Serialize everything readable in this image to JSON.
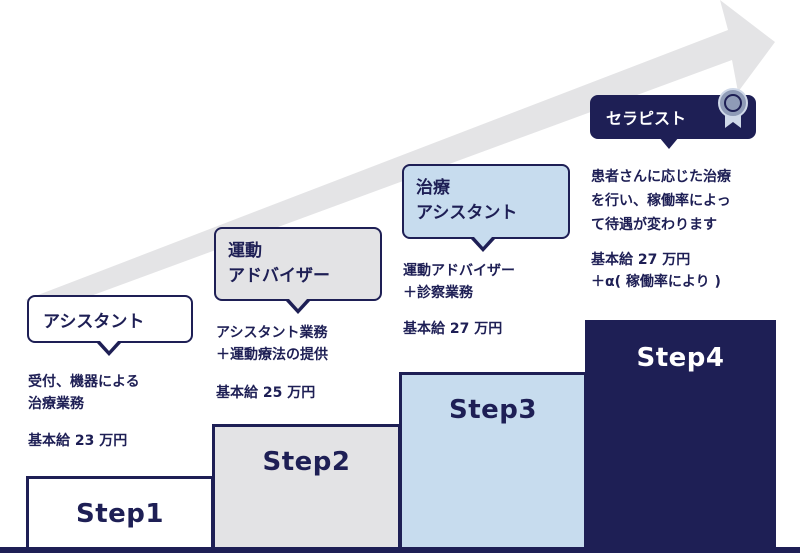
{
  "colors": {
    "navy": "#1e1f55",
    "step2_fill": "#e3e3e5",
    "step3_fill": "#c7dcee",
    "arrow": "#e4e4e6",
    "white": "#ffffff"
  },
  "steps": [
    {
      "step_label": "Step1",
      "role": "アシスタント",
      "description": [
        "受付、機器による",
        "治療業務"
      ],
      "salary": [
        "基本給 23 万円"
      ]
    },
    {
      "step_label": "Step2",
      "role_lines": [
        "運動",
        "アドバイザー"
      ],
      "description": [
        "アシスタント業務",
        "＋運動療法の提供"
      ],
      "salary": [
        "基本給 25 万円"
      ]
    },
    {
      "step_label": "Step3",
      "role_lines": [
        "治療",
        "アシスタント"
      ],
      "description": [
        "運動アドバイザー",
        "＋診察業務"
      ],
      "salary": [
        "基本給 27 万円"
      ]
    },
    {
      "step_label": "Step4",
      "role": "セラピスト",
      "badge_icon": "medal-ribbon-icon",
      "description": [
        "患者さんに応じた治療",
        "を行い、稼働率によっ",
        "て待遇が変わります"
      ],
      "salary": [
        "基本給 27 万円",
        "＋α( 稼働率により )"
      ]
    }
  ]
}
